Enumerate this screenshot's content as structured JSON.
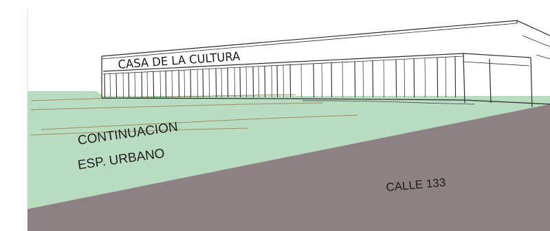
{
  "building": {
    "sign": "CASA DE LA CULTURA"
  },
  "labels": {
    "green_area_line1": "CONTINUACION",
    "green_area_line2": "ESP. URBANO",
    "street": "CALLE 133"
  },
  "colors": {
    "green_space": "#b8dcc0",
    "street": "#8c8183",
    "ink": "#2a2a2a"
  }
}
